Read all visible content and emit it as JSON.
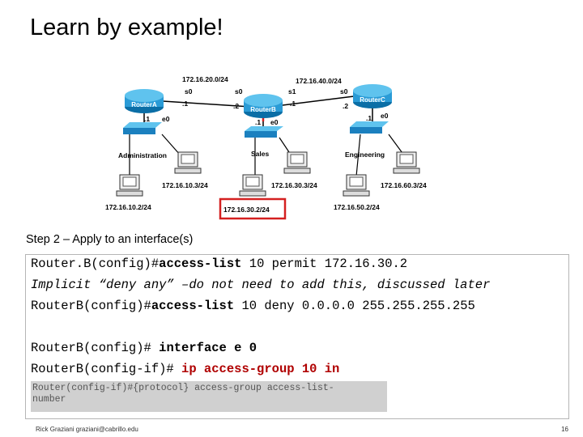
{
  "slide": {
    "title": "Learn by example!",
    "step_heading": "Step 2 – Apply to an interface(s)",
    "footer": "Rick Graziani graziani@cabrillo.edu",
    "page_number": "16"
  },
  "diagram": {
    "routers": [
      {
        "name": "RouterA"
      },
      {
        "name": "RouterB"
      },
      {
        "name": "RouterC"
      }
    ],
    "networks": {
      "link_ab": "172.16.20.0/24",
      "link_bc": "172.16.40.0/24"
    },
    "interfaces": {
      "a_s0": "s0",
      "a_s0_ip": ".1",
      "a_e0_ip": ".1",
      "a_e0": "e0",
      "b_s0": "s0",
      "b_s0_ip": ".2",
      "b_s1": "s1",
      "b_s1_ip": ".1",
      "b_e0_ip": ".1",
      "b_e0": "e0",
      "c_s0": "s0",
      "c_s0_ip": ".2",
      "c_e0_ip": ".1",
      "c_e0": "e0"
    },
    "lans": {
      "admin": "Administration",
      "sales": "Sales",
      "engineering": "Engineering"
    },
    "hosts": {
      "h_10_3": "172.16.10.3/24",
      "h_10_2": "172.16.10.2/24",
      "h_30_3": "172.16.30.3/24",
      "h_30_2": "172.16.30.2/24",
      "h_50_2": "172.16.50.2/24",
      "h_60_3": "172.16.60.3/24"
    },
    "highlight_color": "#d42020"
  },
  "code": {
    "l1_prompt": "Router.B(config)#",
    "l1_cmd": "access-list",
    "l1_rest": " 10 permit 172.16.30.2",
    "l2_text": "Implicit “deny any” –do not need to add this, discussed later",
    "l3_prompt": "RouterB(config)#",
    "l3_cmd": "access-list",
    "l3_rest": " 10 deny 0.0.0.0 255.255.255.255",
    "l4_prompt": "RouterB(config)# ",
    "l4_cmd": "interface e 0",
    "l5_prompt": "RouterB(config-if)# ",
    "l5_cmd": "ip access-group 10 in",
    "syntax_line1": "Router(config-if)#{protocol} access-group access-list-",
    "syntax_line2": "number"
  }
}
